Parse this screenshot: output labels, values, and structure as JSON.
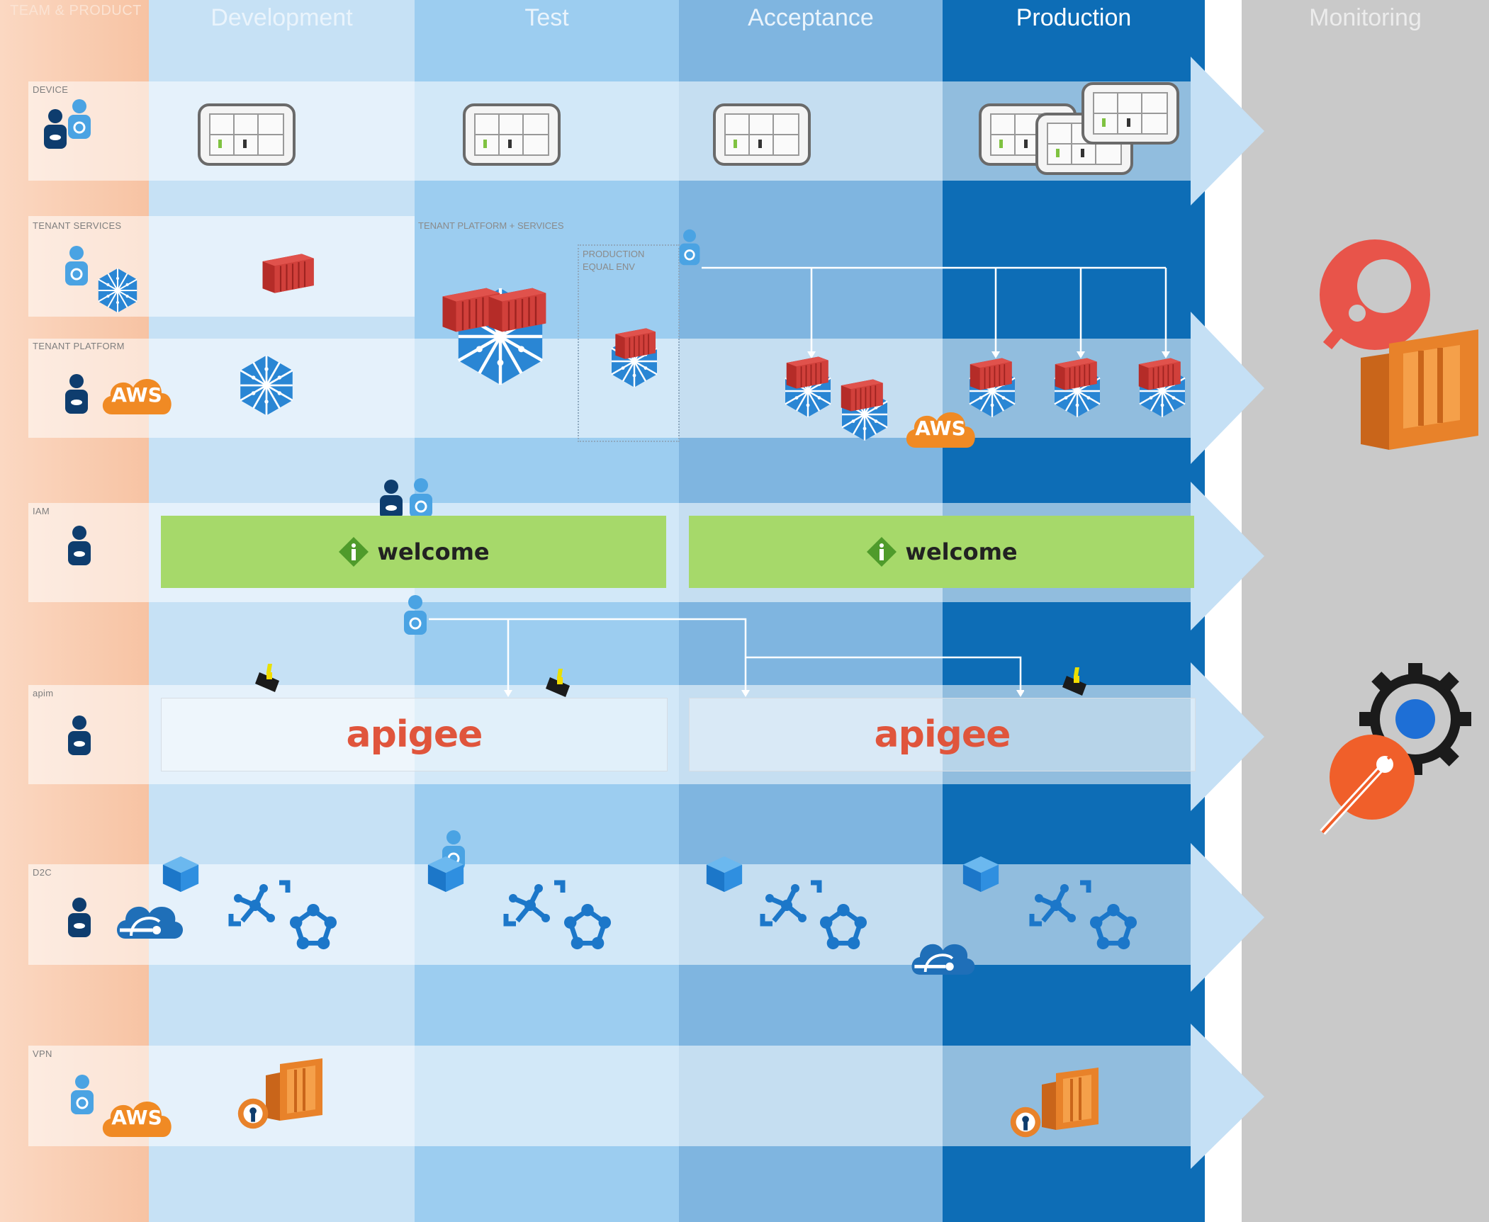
{
  "columns": {
    "team": "TEAM & PRODUCT",
    "development": "Development",
    "test": "Test",
    "acceptance": "Acceptance",
    "production": "Production",
    "monitoring": "Monitoring"
  },
  "rows": {
    "device": "DEVICE",
    "tenant_services": "TENANT SERVICES",
    "tenant_platform": "TENANT PLATFORM",
    "iam": "IAM",
    "apim": "apim",
    "d2c": "D2C",
    "vpn": "VPN"
  },
  "annotations": {
    "tenant_platform_services": "TENANT PLATFORM + SERVICES",
    "production_equal_env_line1": "PRODUCTION",
    "production_equal_env_line2": "EQUAL ENV"
  },
  "iam": {
    "welcome_dev": "welcome",
    "welcome_prod": "welcome"
  },
  "apim": {
    "logo_dev": "apigee",
    "logo_prod": "apigee"
  },
  "aws_labels": {
    "tenant_platform": "AWS",
    "acceptance": "AWS",
    "vpn": "AWS"
  },
  "colors": {
    "team": "#f7c6a6",
    "development": "#c5e0f5",
    "test": "#9fcdf0",
    "acceptance": "#7fb6e2",
    "production": "#0f6fb8",
    "monitoring": "#c9c9c9",
    "container_red": "#d9453f",
    "hex_blue": "#2d8ad6",
    "aws_orange": "#f08a24",
    "welcome_green": "#a6d96a"
  }
}
